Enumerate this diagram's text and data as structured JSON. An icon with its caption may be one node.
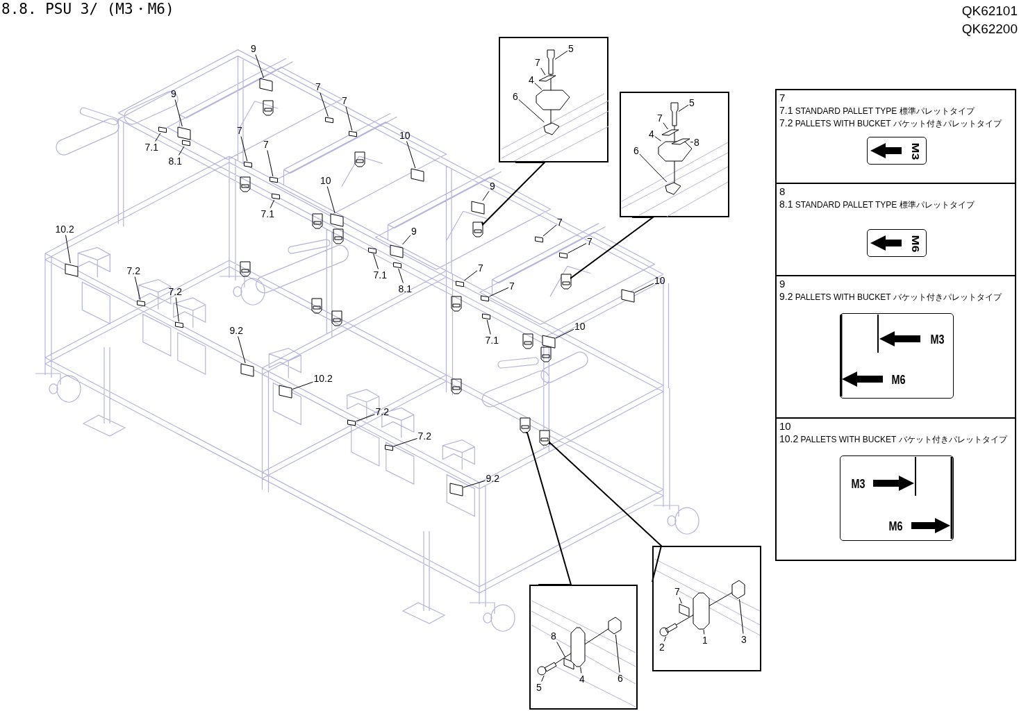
{
  "diagram": {
    "title": "8.8. PSU 3/ (M3・M6)",
    "nodes": [
      {
        "text": [
          "9"
        ]
      },
      {
        "text": [
          "9"
        ]
      },
      {
        "text": [
          "7"
        ]
      },
      {
        "text": [
          "7"
        ]
      },
      {
        "text": [
          "7.1"
        ]
      },
      {
        "text": [
          "8.1"
        ]
      },
      {
        "text": [
          "7"
        ]
      },
      {
        "text": [
          "7"
        ]
      },
      {
        "text": [
          "10"
        ]
      },
      {
        "text": [
          "10"
        ]
      },
      {
        "text": [
          "7.1"
        ]
      },
      {
        "text": [
          "9"
        ]
      },
      {
        "text": [
          "9"
        ]
      },
      {
        "text": [
          "10.2"
        ]
      },
      {
        "text": [
          "7.1"
        ]
      },
      {
        "text": [
          "8.1"
        ]
      },
      {
        "text": [
          "7"
        ]
      },
      {
        "text": [
          "7"
        ]
      },
      {
        "text": [
          "7"
        ]
      },
      {
        "text": [
          "7"
        ]
      },
      {
        "text": [
          "7.1"
        ]
      },
      {
        "text": [
          "10"
        ]
      },
      {
        "text": [
          "10"
        ]
      },
      {
        "text": [
          "7.2"
        ]
      },
      {
        "text": [
          "7.2"
        ]
      },
      {
        "text": [
          "9.2"
        ]
      },
      {
        "text": [
          "10.2"
        ]
      },
      {
        "text": [
          "7.2"
        ]
      },
      {
        "text": [
          "7.2"
        ]
      },
      {
        "text": [
          "9.2"
        ]
      },
      {
        "text": [],
        "shape": "box"
      },
      {
        "text": [
          "5"
        ],
        "in": 30
      },
      {
        "text": [
          "7"
        ],
        "in": 30
      },
      {
        "text": [
          "4"
        ],
        "in": 30
      },
      {
        "text": [
          "6"
        ],
        "in": 30
      },
      {
        "text": [],
        "shape": "box"
      },
      {
        "text": [
          "5"
        ],
        "in": 35
      },
      {
        "text": [
          "7"
        ],
        "in": 35
      },
      {
        "text": [
          "4"
        ],
        "in": 35
      },
      {
        "text": [
          "8"
        ],
        "in": 35
      },
      {
        "text": [
          "6"
        ],
        "in": 35
      },
      {
        "text": [],
        "shape": "box"
      },
      {
        "text": [
          "8"
        ],
        "in": 41
      },
      {
        "text": [
          "5"
        ],
        "in": 41
      },
      {
        "text": [
          "4"
        ],
        "in": 41
      },
      {
        "text": [
          "6"
        ],
        "in": 41
      },
      {
        "text": [],
        "shape": "box"
      },
      {
        "text": [
          "7"
        ],
        "in": 46
      },
      {
        "text": [
          "2"
        ],
        "in": 46
      },
      {
        "text": [
          "1"
        ],
        "in": 46
      },
      {
        "text": [
          "3"
        ],
        "in": 46
      },
      {
        "text": [
          "7",
          "7.1 STANDARD PALLET TYPE 標準パレットタイプ",
          "7.2 PALLETS WITH BUCKET バケット付きパレットタイプ"
        ]
      },
      {
        "text": [
          "M3"
        ],
        "in": 51
      },
      {
        "text": [
          "8",
          "8.1 STANDARD PALLET TYPE 標準パレットタイプ"
        ]
      },
      {
        "text": [
          "M6"
        ],
        "in": 53
      },
      {
        "text": [
          "9",
          "9.2 PALLETS WITH BUCKET バケット付きパレットタイプ"
        ]
      },
      {
        "text": [
          "M3",
          "M6"
        ],
        "in": 55
      },
      {
        "text": [
          "10",
          "10.2 PALLETS WITH BUCKET バケット付きパレットタイプ"
        ]
      },
      {
        "text": [
          "M3",
          "M6"
        ],
        "in": 57
      },
      {
        "text": [],
        "shape": "box"
      },
      {
        "text": [],
        "shape": "box"
      },
      {
        "text": [],
        "shape": "box"
      },
      {
        "text": [],
        "shape": "box"
      },
      {
        "text": [],
        "shape": "box"
      },
      {
        "text": [],
        "shape": "box"
      },
      {
        "text": [],
        "shape": "box"
      },
      {
        "text": [],
        "shape": "box"
      },
      {
        "text": [],
        "shape": "box"
      },
      {
        "text": [],
        "shape": "box"
      },
      {
        "text": [],
        "shape": "box"
      },
      {
        "text": [],
        "shape": "box"
      },
      {
        "text": [],
        "shape": "box"
      },
      {
        "text": [],
        "shape": "box"
      },
      {
        "text": [],
        "shape": "box"
      },
      {
        "text": [],
        "shape": "box"
      },
      {
        "text": [],
        "shape": "box"
      },
      {
        "text": [],
        "shape": "box"
      },
      {
        "text": [],
        "shape": "box"
      },
      {
        "text": [],
        "shape": "box"
      },
      {
        "text": [],
        "shape": "box"
      },
      {
        "text": [],
        "shape": "box"
      },
      {
        "text": [],
        "shape": "box"
      },
      {
        "text": [],
        "shape": "box"
      },
      {
        "text": [],
        "shape": "box"
      },
      {
        "text": [],
        "shape": "box"
      },
      {
        "text": [],
        "shape": "box"
      },
      {
        "text": [],
        "shape": "box"
      },
      {
        "text": [],
        "shape": "box"
      },
      {
        "text": [],
        "shape": "box"
      },
      {
        "text": [],
        "shape": "box"
      },
      {
        "text": [],
        "shape": "picture",
        "in": 30
      },
      {
        "text": [],
        "shape": "box",
        "in": 30
      },
      {
        "text": [],
        "shape": "box",
        "in": 30
      },
      {
        "text": [],
        "shape": "box",
        "in": 30
      },
      {
        "text": [],
        "shape": "box"
      },
      {
        "text": [],
        "shape": "picture",
        "in": 35
      },
      {
        "text": [],
        "shape": "box",
        "in": 35
      },
      {
        "text": [],
        "shape": "box",
        "in": 35
      },
      {
        "text": [],
        "shape": "box",
        "in": 35
      },
      {
        "text": [],
        "shape": "box",
        "in": 35
      },
      {
        "text": [],
        "shape": "box"
      },
      {
        "text": [],
        "shape": "box",
        "in": 41
      },
      {
        "text": [],
        "shape": "picture",
        "in": 41
      },
      {
        "text": [],
        "shape": "box",
        "in": 41
      },
      {
        "text": [],
        "shape": "box",
        "in": 41
      },
      {
        "text": [],
        "shape": "box"
      },
      {
        "text": [],
        "shape": "box",
        "in": 46
      },
      {
        "text": [],
        "shape": "picture",
        "in": 46
      },
      {
        "text": [],
        "shape": "box",
        "in": 46
      },
      {
        "text": [],
        "shape": "box",
        "in": 46
      }
    ],
    "edges": [
      {
        "from": 0,
        "to": 59,
        "arrow": "none"
      },
      {
        "from": 1,
        "to": 60,
        "arrow": "none"
      },
      {
        "from": 2,
        "to": 61,
        "arrow": "none"
      },
      {
        "from": 3,
        "to": 62,
        "arrow": "none"
      },
      {
        "from": 4,
        "to": 63,
        "arrow": "none"
      },
      {
        "from": 5,
        "to": 64,
        "arrow": "none"
      },
      {
        "from": 6,
        "to": 65,
        "arrow": "none"
      },
      {
        "from": 7,
        "to": 66,
        "arrow": "none"
      },
      {
        "from": 8,
        "to": 67,
        "arrow": "none"
      },
      {
        "from": 9,
        "to": 68,
        "arrow": "none"
      },
      {
        "from": 10,
        "to": 69,
        "arrow": "none"
      },
      {
        "from": 11,
        "to": 70,
        "arrow": "none"
      },
      {
        "from": 12,
        "to": 71,
        "arrow": "none"
      },
      {
        "from": 13,
        "to": 72,
        "arrow": "none"
      },
      {
        "from": 14,
        "to": 73,
        "arrow": "none"
      },
      {
        "from": 15,
        "to": 74,
        "arrow": "none"
      },
      {
        "from": 16,
        "to": 75,
        "arrow": "none"
      },
      {
        "from": 17,
        "to": 76,
        "arrow": "none"
      },
      {
        "from": 18,
        "to": 77,
        "arrow": "none"
      },
      {
        "from": 19,
        "to": 78,
        "arrow": "none"
      },
      {
        "from": 20,
        "to": 79,
        "arrow": "none"
      },
      {
        "from": 21,
        "to": 80,
        "arrow": "none"
      },
      {
        "from": 22,
        "to": 81,
        "arrow": "none"
      },
      {
        "from": 23,
        "to": 82,
        "arrow": "none"
      },
      {
        "from": 24,
        "to": 83,
        "arrow": "none"
      },
      {
        "from": 25,
        "to": 84,
        "arrow": "none"
      },
      {
        "from": 26,
        "to": 85,
        "arrow": "none"
      },
      {
        "from": 27,
        "to": 86,
        "arrow": "none"
      },
      {
        "from": 28,
        "to": 87,
        "arrow": "none"
      },
      {
        "from": 29,
        "to": 88,
        "arrow": "none"
      },
      {
        "from": 30,
        "to": 89,
        "arrow": "none"
      },
      {
        "from": 31,
        "to": 90,
        "arrow": "none"
      },
      {
        "from": 32,
        "to": 91,
        "arrow": "none"
      },
      {
        "from": 33,
        "to": 92,
        "arrow": "none"
      },
      {
        "from": 34,
        "to": 93,
        "arrow": "none"
      },
      {
        "from": 35,
        "to": 94,
        "arrow": "none"
      },
      {
        "from": 36,
        "to": 95,
        "arrow": "none"
      },
      {
        "from": 37,
        "to": 96,
        "arrow": "none"
      },
      {
        "from": 38,
        "to": 97,
        "arrow": "none"
      },
      {
        "from": 39,
        "to": 98,
        "arrow": "none"
      },
      {
        "from": 40,
        "to": 99,
        "arrow": "none"
      },
      {
        "from": 41,
        "to": 100,
        "arrow": "none"
      },
      {
        "from": 42,
        "to": 101,
        "arrow": "none"
      },
      {
        "from": 43,
        "to": 102,
        "arrow": "none"
      },
      {
        "from": 44,
        "to": 103,
        "arrow": "none"
      },
      {
        "from": 45,
        "to": 104,
        "arrow": "none"
      },
      {
        "from": 46,
        "to": 105,
        "arrow": "none"
      },
      {
        "from": 47,
        "to": 106,
        "arrow": "none"
      },
      {
        "from": 48,
        "to": 107,
        "arrow": "none"
      },
      {
        "from": 49,
        "to": 108,
        "arrow": "none"
      },
      {
        "from": 50,
        "to": 109,
        "arrow": "none"
      }
    ],
    "labels": [
      "QK62101",
      "QK62200"
    ]
  }
}
